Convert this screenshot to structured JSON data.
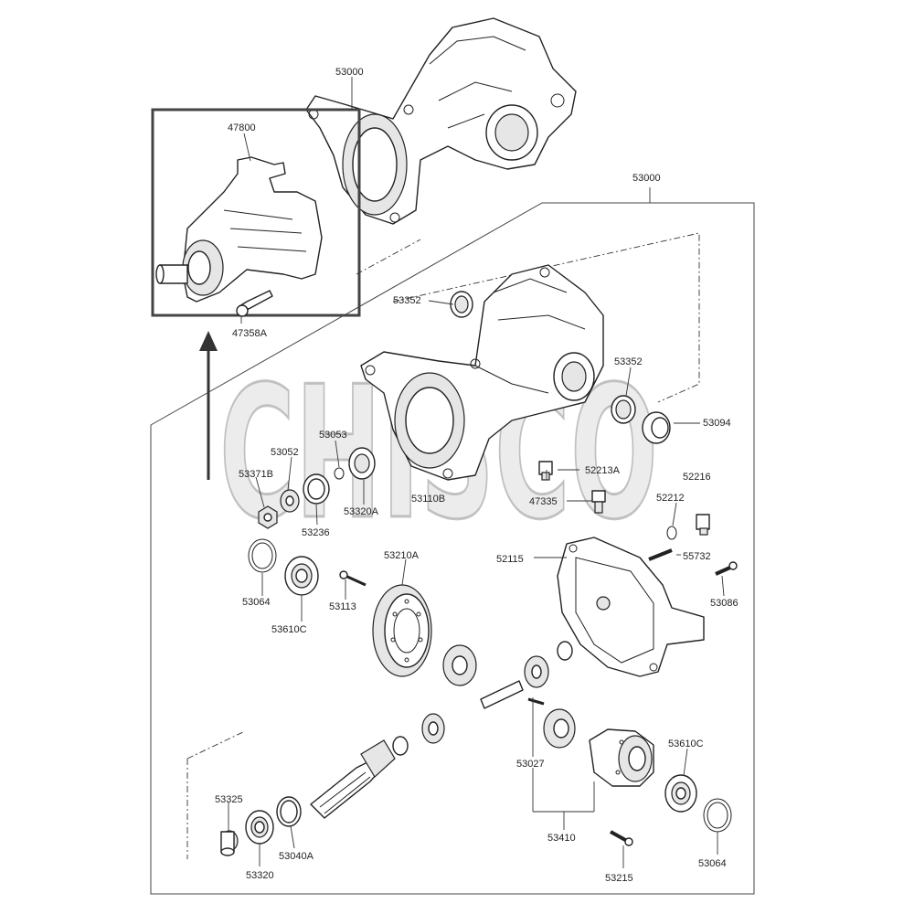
{
  "watermark": {
    "text": "CHISCO"
  },
  "colors": {
    "line": "#222222",
    "box": "#444444",
    "arrow": "#333333",
    "watermark": "#c8c8c8"
  },
  "callouts": {
    "p53000_top": "53000",
    "p53000_group": "53000",
    "p47800": "47800",
    "p47358A": "47358A",
    "p53352_left": "53352",
    "p53352_right": "53352",
    "p53094": "53094",
    "p53053": "53053",
    "p53052": "53052",
    "p53371B": "53371B",
    "p53320A": "53320A",
    "p53110B": "53110B",
    "p52213A": "52213A",
    "p47335": "47335",
    "p52216": "52216",
    "p52212": "52212",
    "p53236": "53236",
    "p53064_left": "53064",
    "p53610C_left": "53610C",
    "p53113": "53113",
    "p53210A": "53210A",
    "p52115": "52115",
    "p55732": "55732",
    "p53086": "53086",
    "p53027": "53027",
    "p53610C_right": "53610C",
    "p53325": "53325",
    "p53320": "53320",
    "p53040A": "53040A",
    "p53410": "53410",
    "p53215": "53215",
    "p53064_right": "53064"
  }
}
